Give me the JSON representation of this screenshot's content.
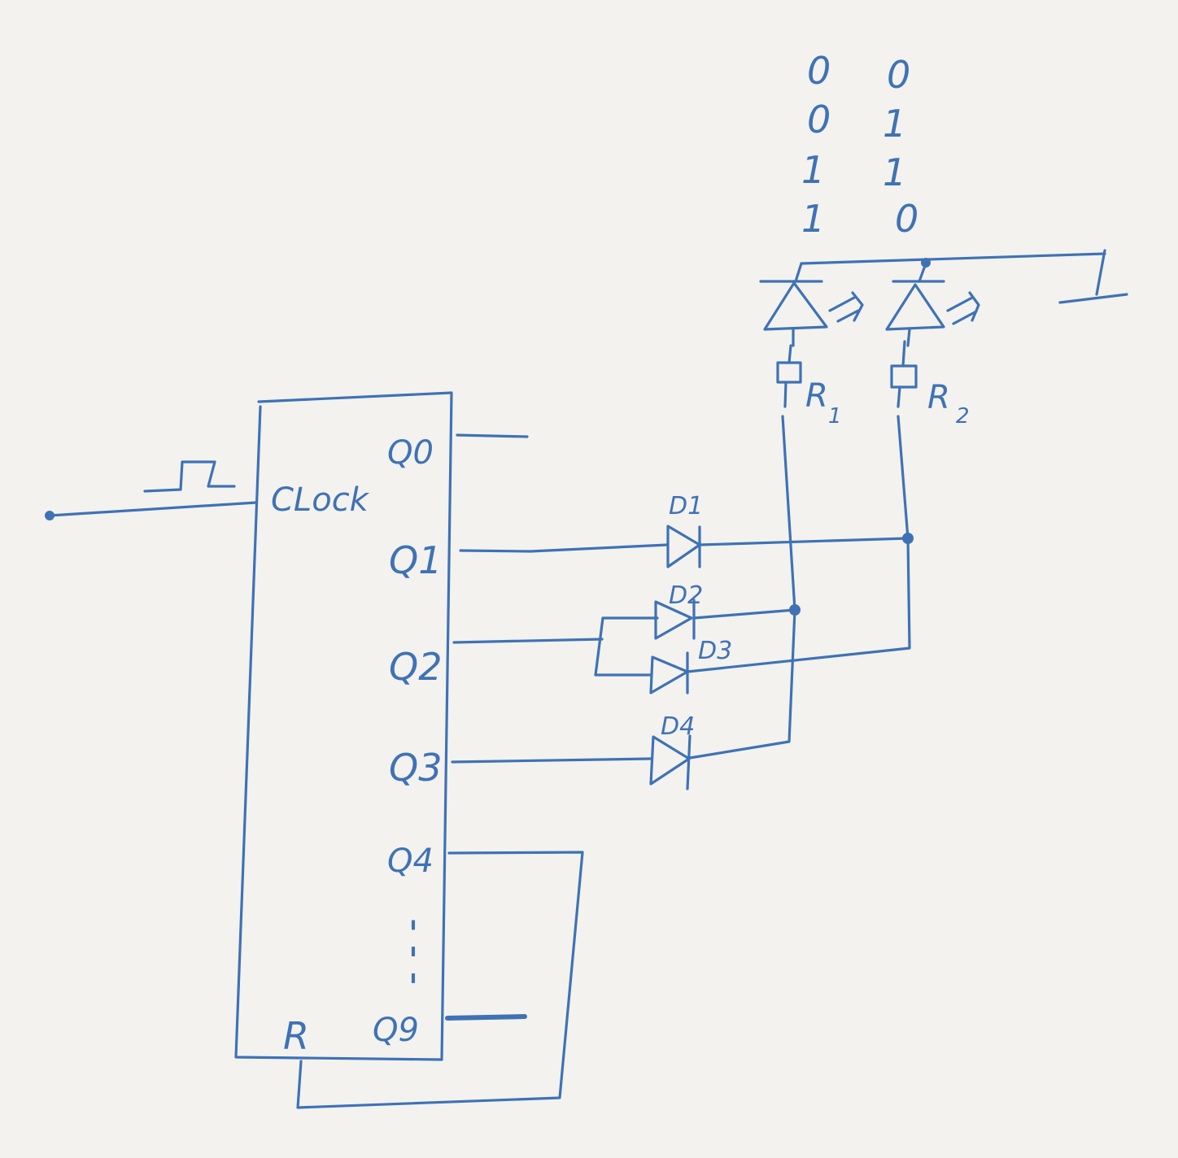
{
  "counter": {
    "clock_label": "CLock",
    "outputs": [
      "Q0",
      "Q1",
      "Q2",
      "Q3",
      "Q4",
      "Q9"
    ],
    "reset_label": "R",
    "ellipsis": "⋮"
  },
  "diodes": [
    "D1",
    "D2",
    "D3",
    "D4"
  ],
  "resistors": [
    {
      "letter": "R",
      "sub": "1"
    },
    {
      "letter": "R",
      "sub": "2"
    }
  ],
  "truth_table": {
    "col1": [
      "0",
      "0",
      "1",
      "1"
    ],
    "col2": [
      "0",
      "1",
      "1",
      "0"
    ]
  },
  "colors": {
    "ink": "#3f72b5",
    "paper": "#f3f2ef"
  },
  "icons": [
    "clock-pulse-icon",
    "ground-symbol-icon",
    "led-icon",
    "diode-icon",
    "resistor-icon"
  ]
}
